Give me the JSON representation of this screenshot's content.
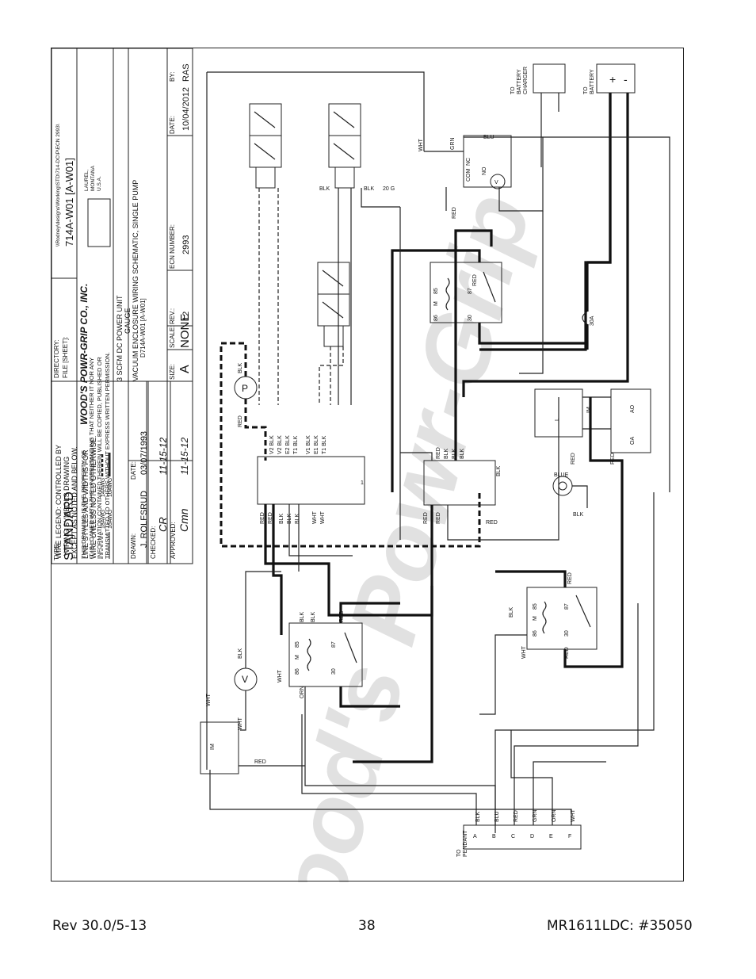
{
  "title_block": {
    "type_label": "TYPE:",
    "type_value": "STANDARD",
    "directory_label": "DIRECTORY:",
    "directory_value": "\\\\Rodney\\designs\\Working\\STD\\714-DC\\P\\ECN 2993\\",
    "file_label": "FILE [SHEET]:",
    "file_value": "714A-W01 [A-W01]",
    "property_notice": [
      "THIS DRAWING IS THE PROPERTY OF",
      "IT IS LOANED WITH THE UNDERSTANDING THAT NEITHER IT NOR ANY",
      "INFORMATION CONTAINED THEREIN WILL BE COPIED, PUBLISHED OR",
      "TRANSMITTED TO OTHERS WITHOUT EXPRESS WRITTEN PERMISSION."
    ],
    "company": "WOOD'S POWR-GRIP CO., INC.",
    "location": [
      "LAUREL,",
      "MONTANA",
      "U.S.A."
    ],
    "description": [
      "3 SCFM DC POWER UNIT",
      "GAUGE",
      "VACUUM ENCLOSURE WIRING SCHEMATIC, SINGLE PUMP",
      "D714A-W01 [A-W01]"
    ],
    "size_label": "SIZE:",
    "size_value": "A",
    "scale_label": "SCALE:",
    "scale_value": "NONE",
    "rev_label": "REV.:",
    "rev_value": "12",
    "ecn_label": "ECN NUMBER:",
    "ecn_value": "2993",
    "date_label": "DATE:",
    "date_value": "10/04/2012",
    "by_label": "BY:",
    "by_value": "RAS"
  },
  "legend": {
    "line1": "WIRE LEGEND: CONTROLLED BY",
    "line2": "WIRING SYMBOLS DRAWING",
    "line3": "EXCEPT AS NOTED AND BELOW.",
    "line4": "LINE STYLES AND WIDTHS FOR",
    "line5": "WIRE UNLESS NOTED OTHERWISE.",
    "awg": [
      "18AWG",
      "16AWG",
      "14AWG",
      "10AWG"
    ]
  },
  "approvals": {
    "drawn_label": "DRAWN:",
    "drawn_value": "J. ROLFSRUD",
    "drawn_date": "03/07/1993",
    "checked_label": "CHECKED:",
    "checked_value": "CR",
    "checked_date": "11-15-12",
    "approved_label": "APPROVED:",
    "approved_value": "Cmn",
    "approved_date": "11-15-12",
    "date_label": "DATE:"
  },
  "labels": {
    "to_battery": [
      "TO",
      "BATTERY"
    ],
    "to_charger": [
      "TO",
      "BATTERY",
      "CHARGER"
    ],
    "to_pendant": [
      "TO",
      "PENDANT"
    ],
    "pendant_pins": [
      "A",
      "B",
      "C",
      "D",
      "E",
      "F"
    ],
    "pendant_wires": [
      "BLK",
      "BLU",
      "RED",
      "GRN",
      "ORN",
      "WHT"
    ],
    "fuse": "30A",
    "gauge_blue": "BLUE",
    "relay_pins": [
      "86",
      "85",
      "87",
      "30",
      "M"
    ],
    "switch_labels": [
      "COM",
      "NC",
      "NO",
      "V"
    ],
    "terminal_row_top": [
      "V2 BLK",
      "V2 BLK",
      "E2 BLK",
      "T1 BLK",
      "V1 BLK",
      "E1 BLK",
      "T1 BLK"
    ],
    "terminal_row_bottom": [
      "RED",
      "RED",
      "BLK",
      "BLK",
      "BLK",
      "WHT",
      "WHT"
    ],
    "wire_red": "RED",
    "wire_blk": "BLK",
    "wire_wht": "WHT",
    "wire_grn": "GRN",
    "wire_blu": "BLU",
    "wire_orn": "ORN",
    "wire_20g": "20 G",
    "pump_symbol": "P",
    "valve_motor": "V",
    "im": "IM",
    "ao": "AO",
    "oa": "OA",
    "l_label": "L",
    "term_one": "1"
  },
  "watermark": "Wood's Powr-Grip",
  "footer": {
    "left": "Rev 30.0/5-13",
    "center": "38",
    "right": "MR1611LDC: #35050"
  }
}
